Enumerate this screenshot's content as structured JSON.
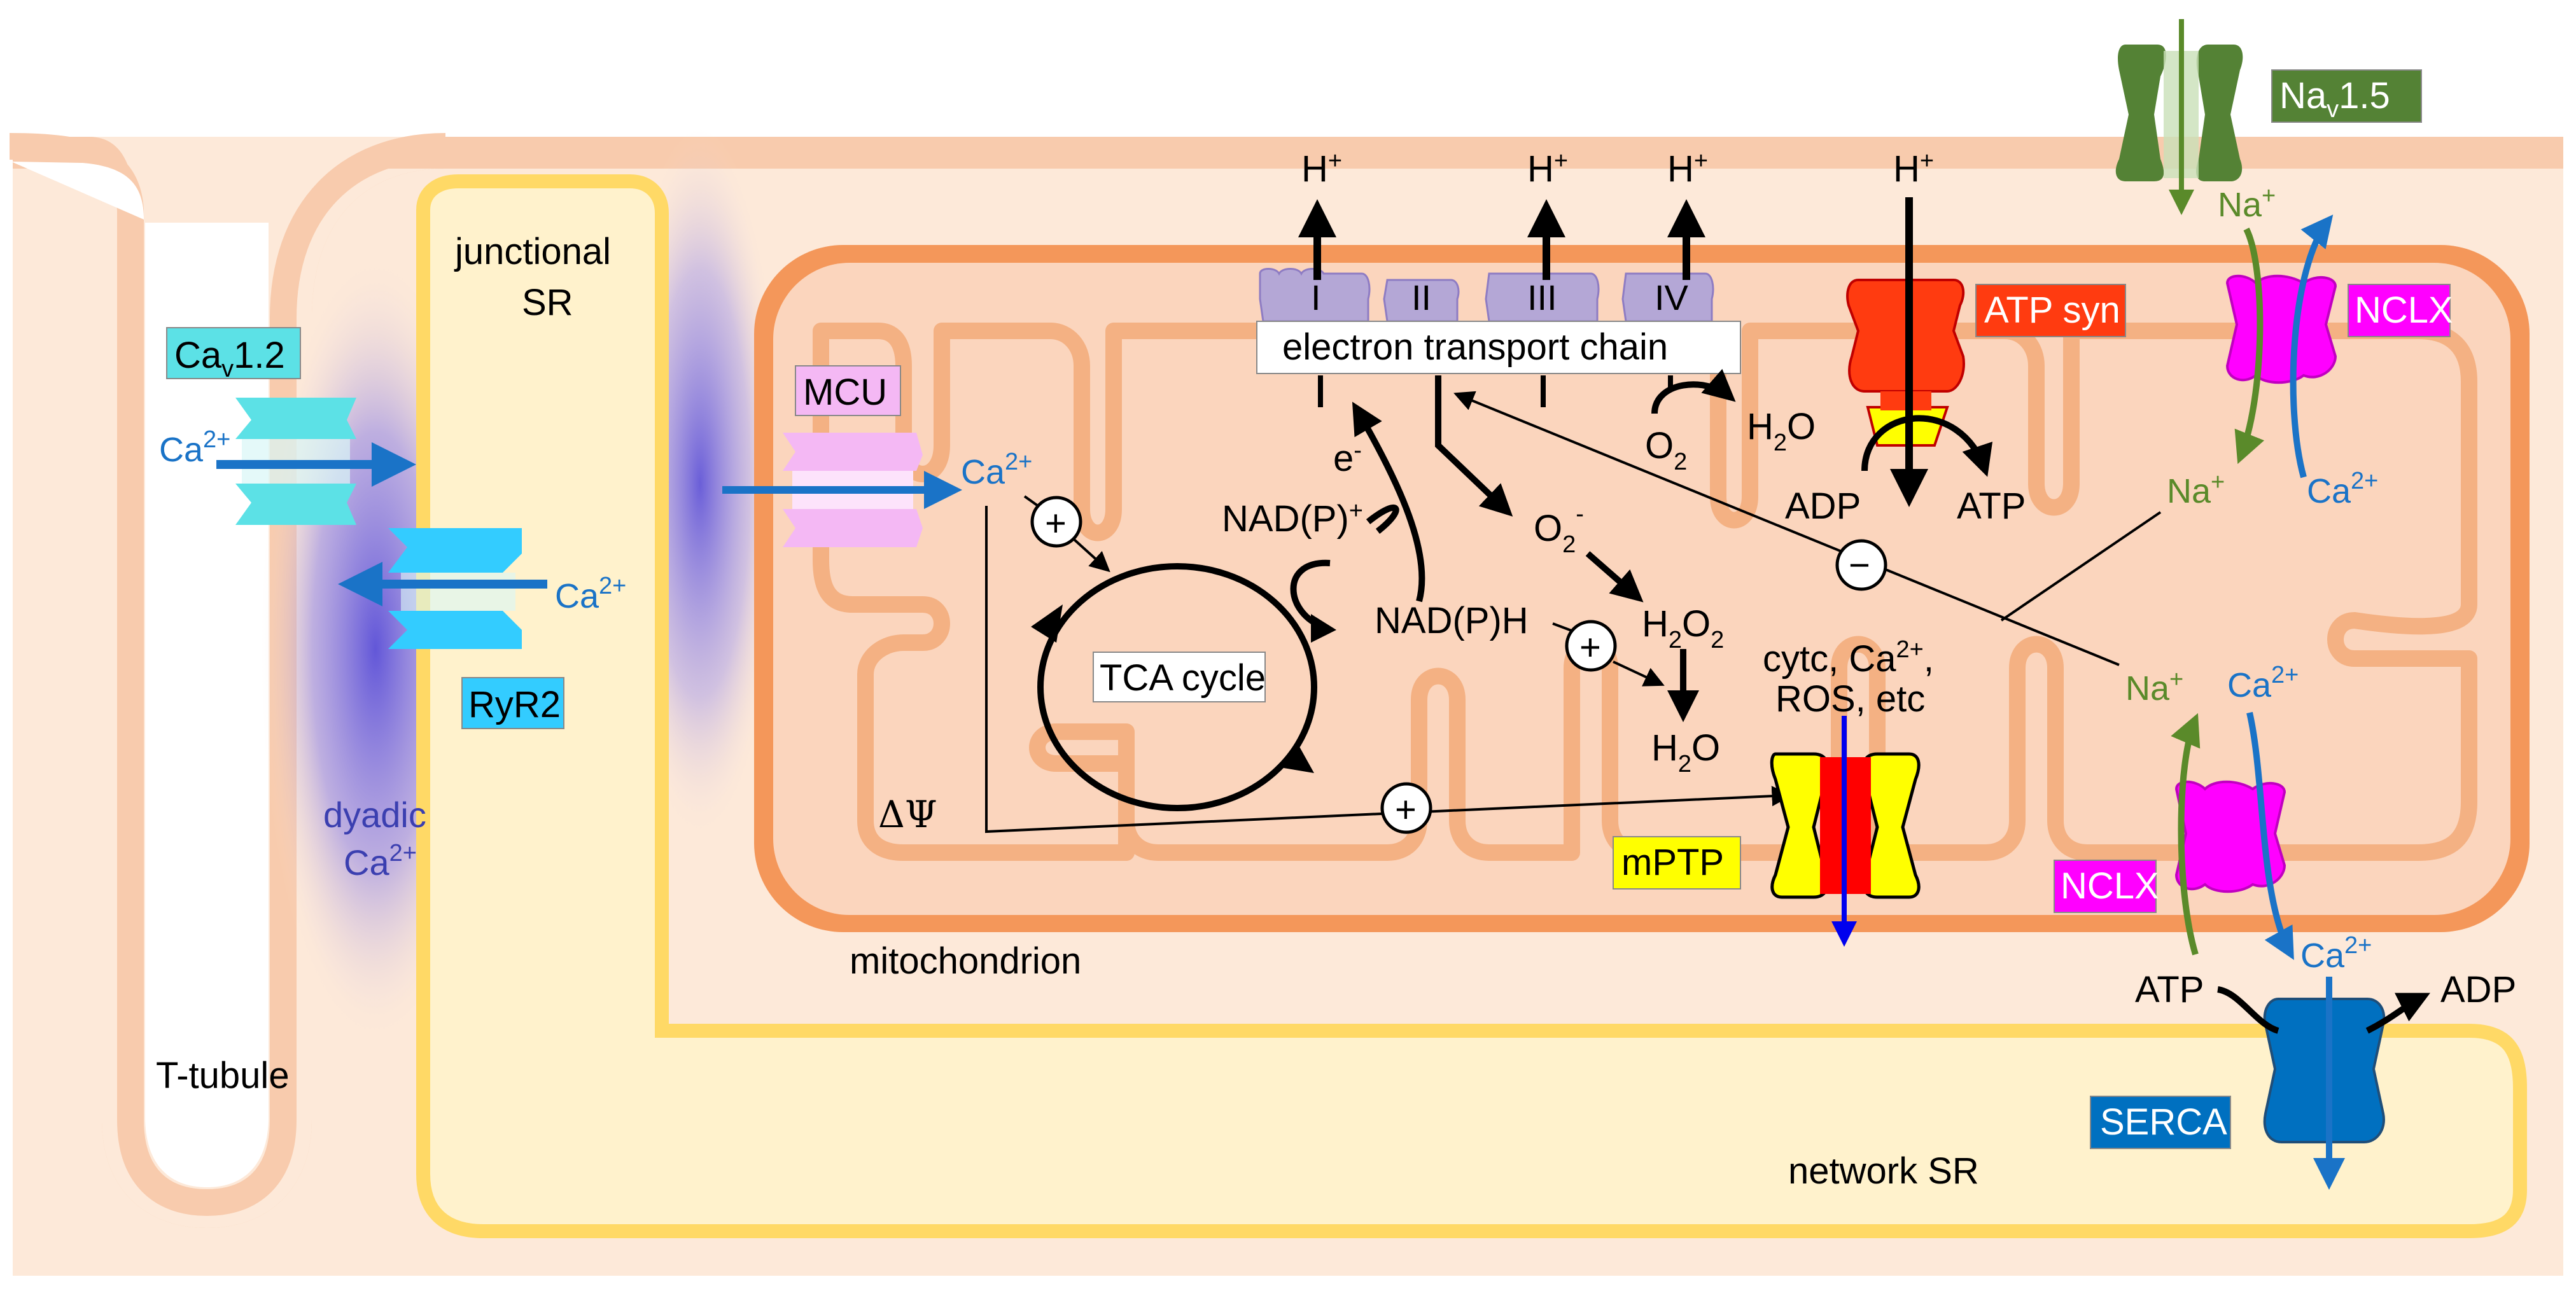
{
  "labels": {
    "cav": "Ca",
    "cav_sub": "v",
    "cav_tail": "1.2",
    "ryr2": "RyR2",
    "t_tubule": "T-tubule",
    "dyadic_1": "dyadic",
    "dyadic_2": "Ca",
    "junctional_1": "junctional",
    "junctional_2": "SR",
    "network_sr": "network SR",
    "mitochondrion": "mitochondrion",
    "mcu": "MCU",
    "etc_box": "electron transport chain",
    "complex_1": "I",
    "complex_2": "II",
    "complex_3": "III",
    "complex_4": "IV",
    "atp_syn": "ATP syn",
    "nclx_top": "NCLX",
    "nclx_bottom": "NCLX",
    "nav_main": "Na",
    "nav_sub": "v",
    "nav_tail": "1.5",
    "serca": "SERCA",
    "mptp": "mPTP",
    "tca": "TCA cycle",
    "nadp_plus": "NAD(P)",
    "nadph": "NAD(P)H",
    "e_minus": "e",
    "o2_superoxide": "O",
    "h2o2": "H",
    "h2o_lower": "H",
    "o2": "O",
    "h2o_upper": "H",
    "adp_mito": "ADP",
    "atp_mito": "ATP",
    "cytc": "cytc, Ca",
    "ros": "ROS, etc",
    "delta_psi": "ΔΨ",
    "atp_serca": "ATP",
    "adp_serca": "ADP",
    "h_plus": "H",
    "ca": "Ca",
    "na": "Na",
    "plus_sign": "+",
    "minus_sign": "−",
    "two_plus": "2+",
    "sup_plus": "+",
    "sup_minus": "-",
    "sub_2": "2",
    "o_letter": "O"
  },
  "colors": {
    "cytosol": "#fde9d9",
    "membrane": "#f8cbad",
    "sr_fill": "#fff2cc",
    "sr_border": "#ffd966",
    "mito_outer": "#f4975a",
    "mito_fill": "#fbd5bd",
    "cristae": "#f4b183",
    "etc_purple": "#b4a7d6",
    "atp_syn_red": "#ff3b10",
    "nclx_magenta": "#ff00ff",
    "nav_green": "#548235",
    "serca_blue": "#0070c0",
    "cav_cyan": "#5ce1e6",
    "ryr_cyan": "#33ccff",
    "mcu_pink": "#f4b8f4",
    "mptp_yellow": "#ffff00",
    "mptp_red": "#ff0000",
    "arrow_blue": "#1a73c7",
    "arrow_green": "#5a8a2a",
    "dyadic_glow": "#6a5cd6"
  }
}
